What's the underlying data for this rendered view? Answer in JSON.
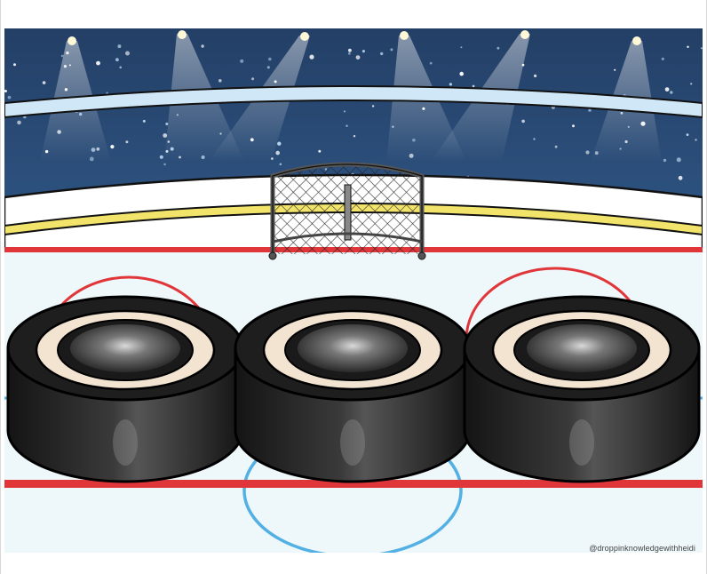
{
  "watermark": {
    "text": "@droppinknowledgewithheidi"
  },
  "colors": {
    "sky": "#2a4a73",
    "ice": "#eef7fa",
    "red_line": "#e0363a",
    "blue_line": "#53b0e4",
    "puck": "#1e1e1e",
    "puck_ring": "#f3e4d2",
    "net_frame": "#555555",
    "yellow_stripe": "#f2e46b"
  },
  "scene": {
    "puck_count": 3,
    "spotlight_count": 6,
    "has_goal_net": true
  }
}
